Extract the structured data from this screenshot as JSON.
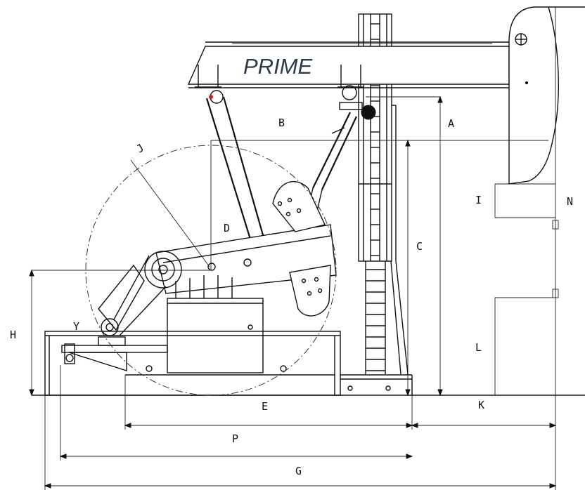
{
  "brand_text": "PRIME",
  "dimension_labels": {
    "A": "A",
    "B": "B",
    "C": "C",
    "D": "D",
    "E": "E",
    "G": "G",
    "H": "H",
    "I": "I",
    "J": "J",
    "K": "K",
    "L": "L",
    "N": "N",
    "P": "P",
    "Y": "Y"
  },
  "colors": {
    "line": "#111111",
    "brand": "#2e3a4a",
    "background": "#ffffff",
    "accent_dot": "#cc2222"
  }
}
